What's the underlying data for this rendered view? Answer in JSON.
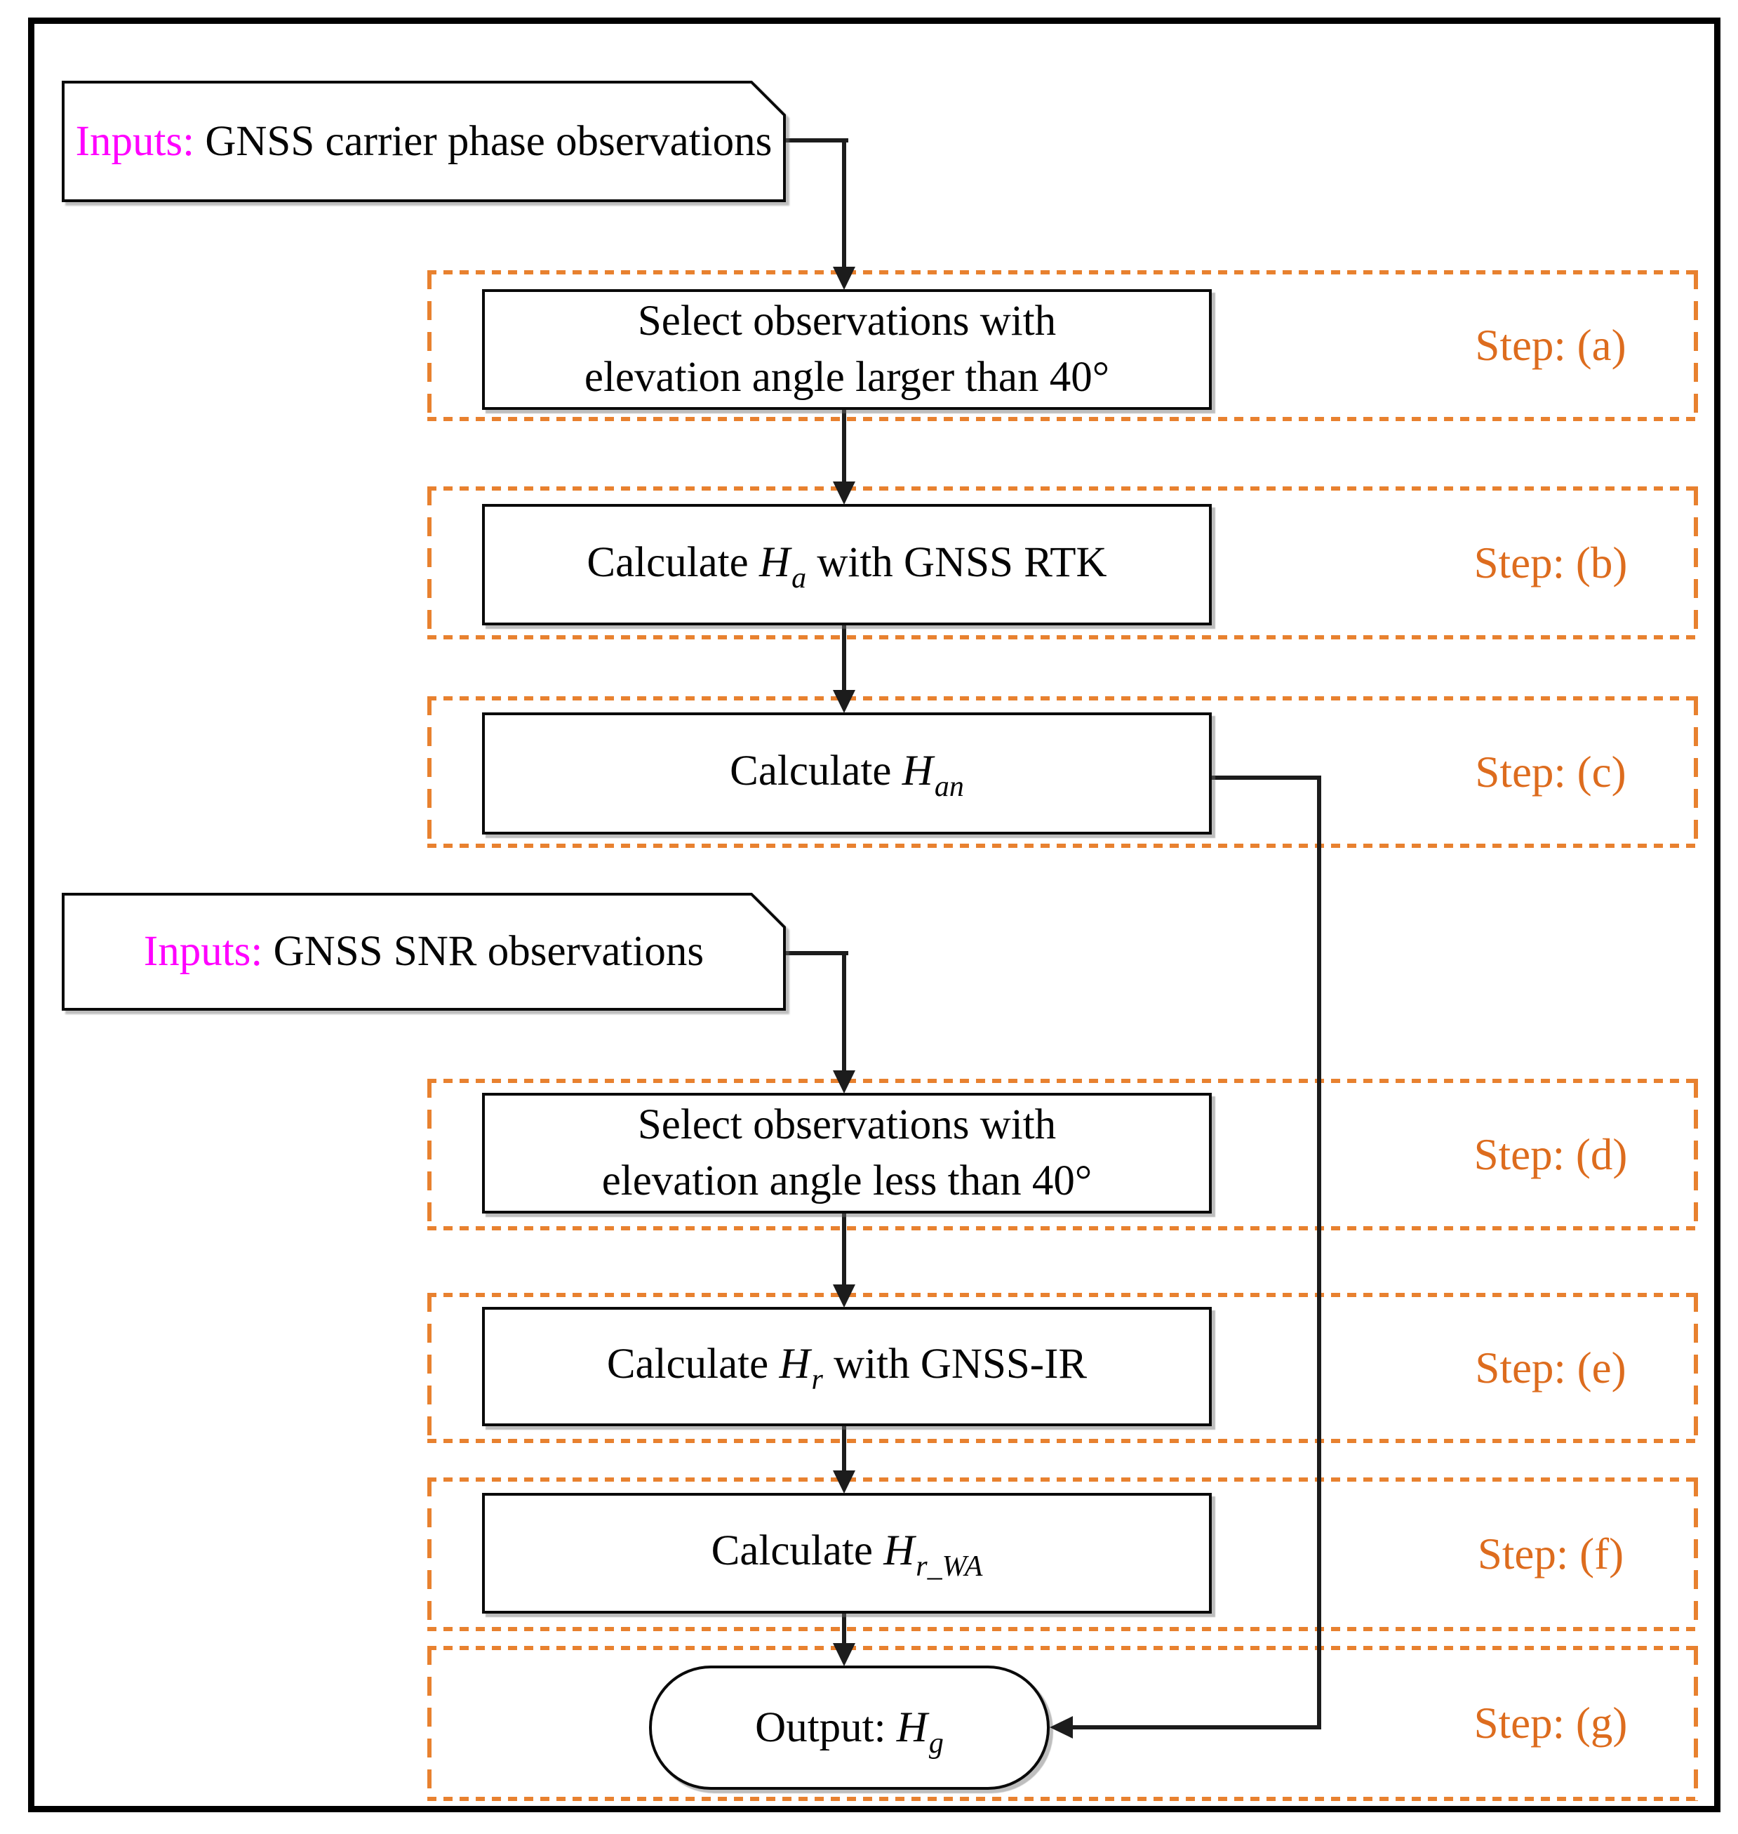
{
  "colors": {
    "step_orange": "#DD6C1E",
    "dash_orange": "#E8812F",
    "input_magenta": "#FF00FF",
    "line_black": "#1c1c1c"
  },
  "inputs": [
    {
      "prefix": "Inputs:",
      "text": " GNSS carrier phase observations"
    },
    {
      "prefix": "Inputs:",
      "text": " GNSS SNR observations"
    }
  ],
  "steps": [
    {
      "label": "Step: (a)",
      "box": {
        "lines": [
          "Select observations with",
          "elevation angle larger than 40°"
        ]
      }
    },
    {
      "label": "Step: (b)",
      "box": {
        "pre": "Calculate ",
        "var": "H",
        "sub": "a",
        "post": " with GNSS RTK"
      }
    },
    {
      "label": "Step: (c)",
      "box": {
        "pre": "Calculate ",
        "var": "H",
        "sub": "an",
        "post": ""
      }
    },
    {
      "label": "Step: (d)",
      "box": {
        "lines": [
          "Select observations with",
          "elevation angle less than 40°"
        ]
      }
    },
    {
      "label": "Step: (e)",
      "box": {
        "pre": "Calculate ",
        "var": "H",
        "sub": "r",
        "post": " with GNSS-IR"
      }
    },
    {
      "label": "Step: (f)",
      "box": {
        "pre": "Calculate ",
        "var": "H",
        "sub": "r_WA",
        "post": ""
      }
    },
    {
      "label": "Step: (g)",
      "output": {
        "pre": "Output: ",
        "var": "H",
        "sub": "g"
      }
    }
  ]
}
